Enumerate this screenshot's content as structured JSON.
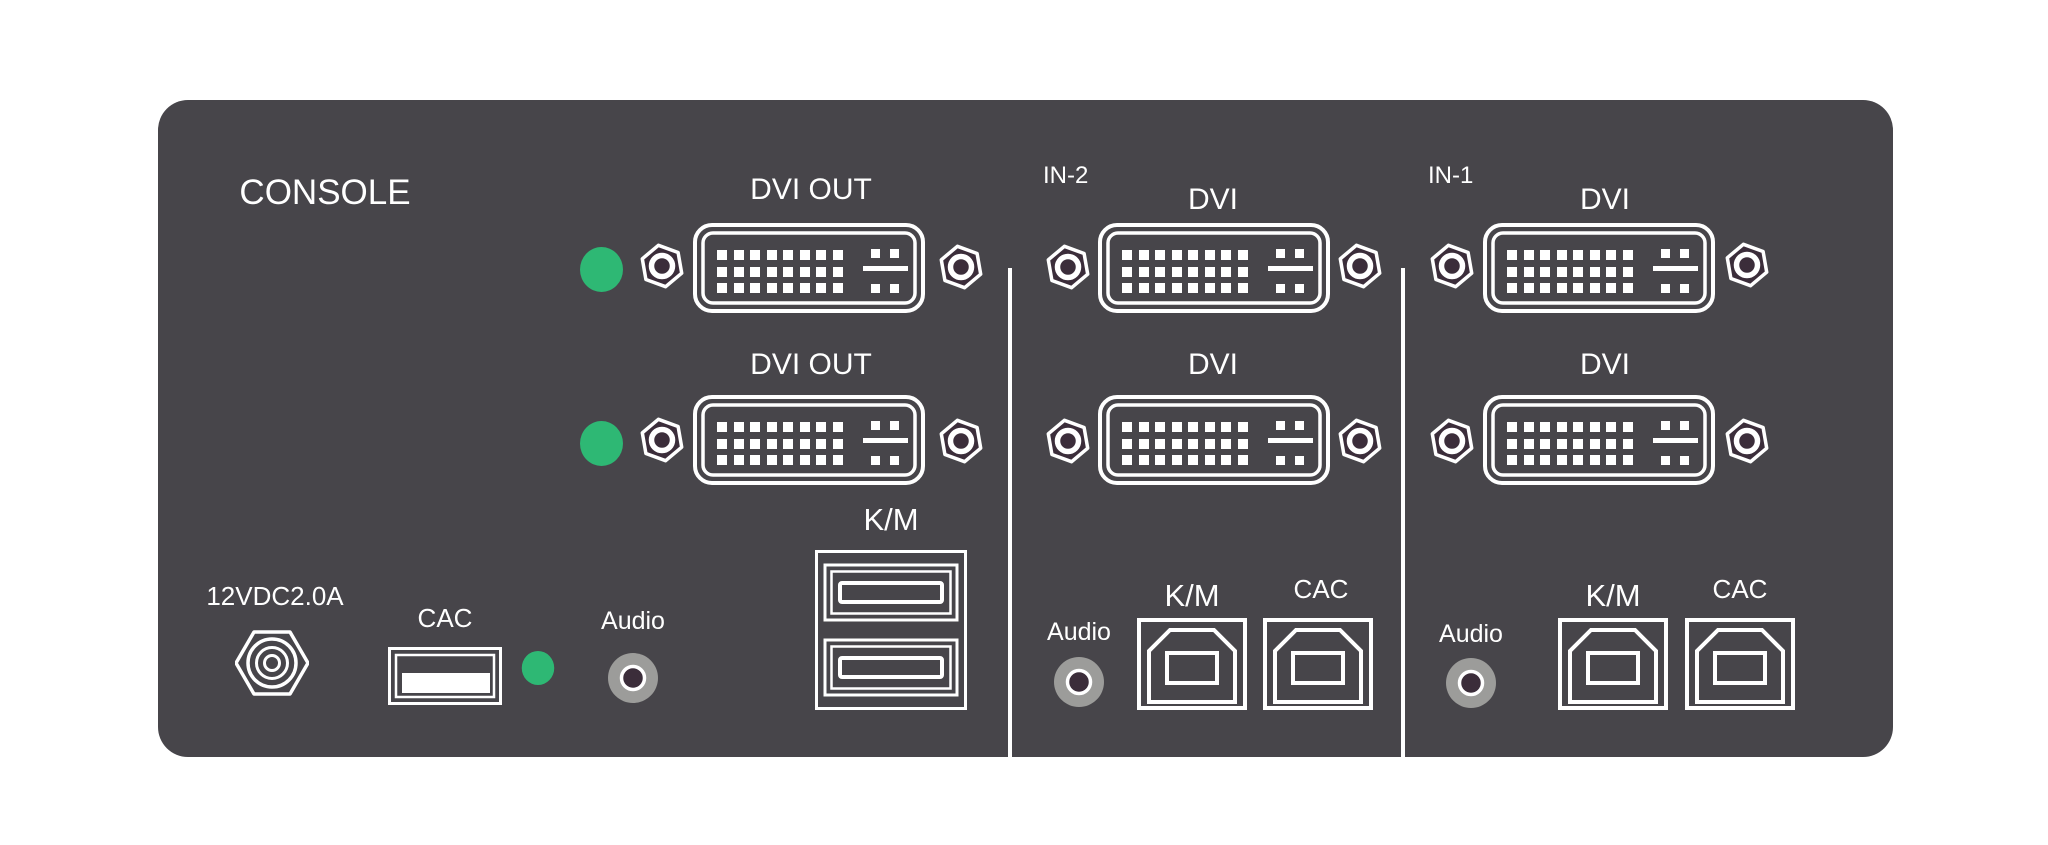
{
  "console": {
    "title": "CONSOLE",
    "dvi_out_1": "DVI OUT",
    "dvi_out_2": "DVI OUT",
    "km": "K/M",
    "power": "12VDC2.0A",
    "cac": "CAC",
    "audio": "Audio"
  },
  "in2": {
    "name": "IN-2",
    "dvi_1": "DVI",
    "dvi_2": "DVI",
    "audio": "Audio",
    "km": "K/M",
    "cac": "CAC"
  },
  "in1": {
    "name": "IN-1",
    "dvi_1": "DVI",
    "dvi_2": "DVI",
    "audio": "Audio",
    "km": "K/M",
    "cac": "CAC"
  },
  "icons": {
    "dvi_connector": "dvi-connector-icon (24-pin grid + analog cross)",
    "screw_nut": "hex-nut-icon",
    "led": "green-led-indicator",
    "power_jack": "dc-power-jack-icon",
    "usb_a_single": "usb-a-port-icon",
    "usb_a_double": "dual-usb-a-port-icon",
    "usb_b": "usb-b-port-icon",
    "audio_jack": "audio-jack-icon"
  },
  "colors": {
    "background": "#FFFFFF",
    "panel": "#47454A",
    "label_text": "#FFFFFF",
    "port_outline": "#FFFFFF",
    "led_green": "#2EB874",
    "screw_nut_fill": "#3B2D3A",
    "audio_ring_gray": "#9C9C9A"
  }
}
